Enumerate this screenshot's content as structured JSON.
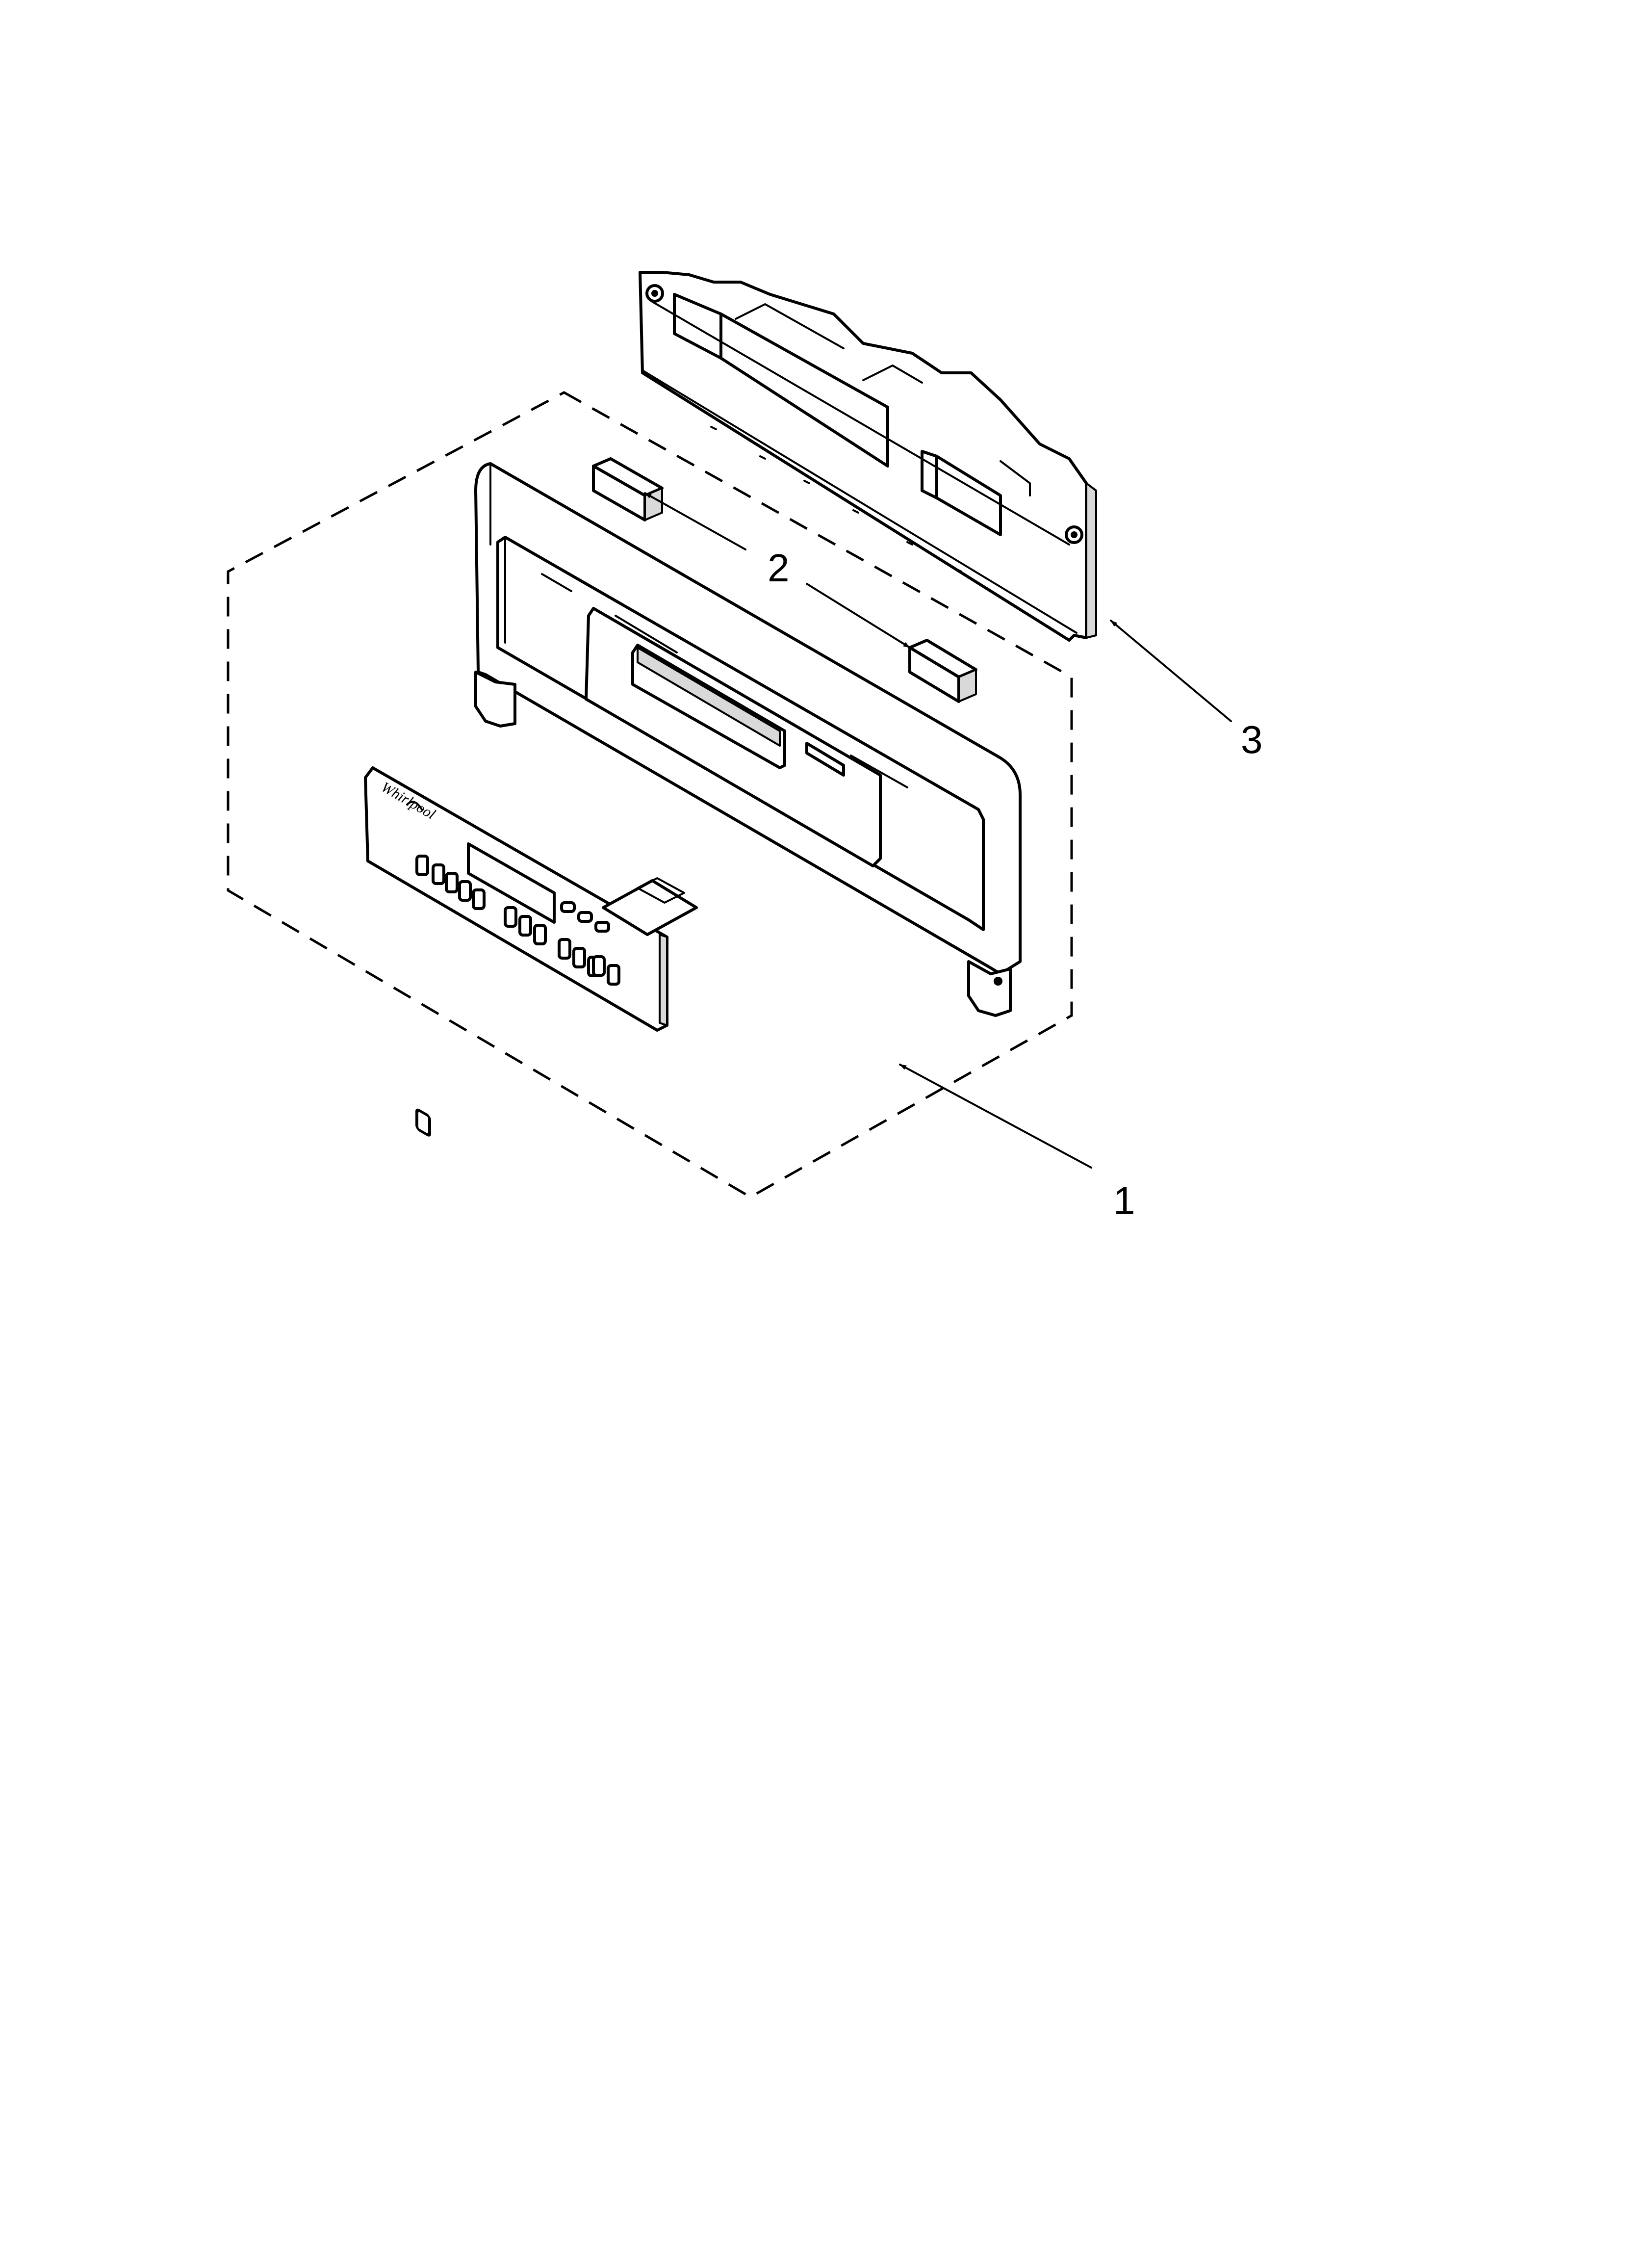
{
  "callouts": {
    "part1": "1",
    "part2": "2",
    "part3": "3"
  },
  "brand_logo": "Whirlpool"
}
